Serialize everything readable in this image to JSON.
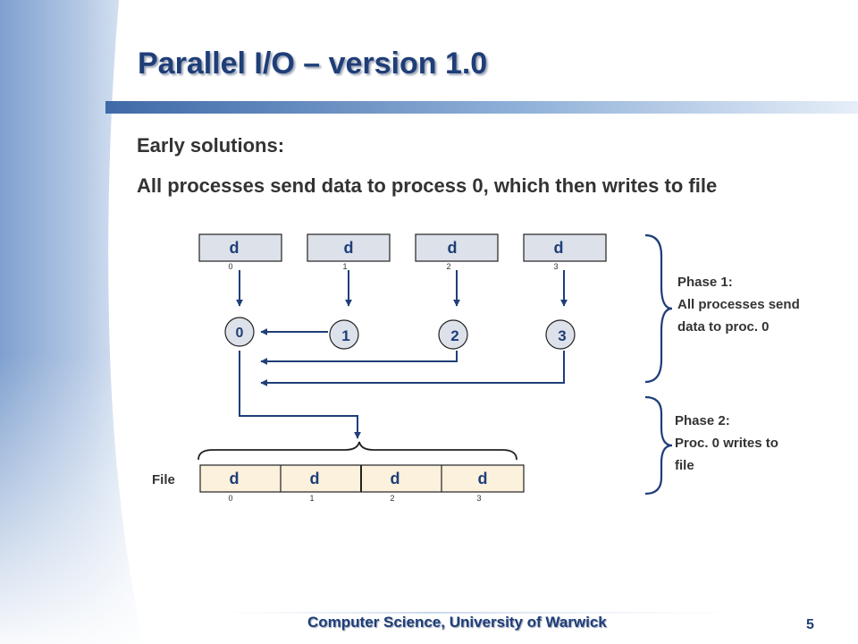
{
  "slide": {
    "title": "Parallel I/O – version 1.0",
    "line1": "Early solutions:",
    "line2": "All processes send data to process 0, which then writes to file",
    "footer": "Computer Science, University of Warwick",
    "page_number": "5"
  },
  "diagram": {
    "data_blocks": [
      {
        "label": "d",
        "subscript": "0"
      },
      {
        "label": "d",
        "subscript": "1"
      },
      {
        "label": "d",
        "subscript": "2"
      },
      {
        "label": "d",
        "subscript": "3"
      }
    ],
    "processes": [
      "0",
      "1",
      "2",
      "3"
    ],
    "file_label": "File",
    "file_blocks": [
      {
        "label": "d",
        "subscript": "0"
      },
      {
        "label": "d",
        "subscript": "1"
      },
      {
        "label": "d",
        "subscript": "2"
      },
      {
        "label": "d",
        "subscript": "3"
      }
    ],
    "phase1": {
      "title": "Phase 1:",
      "line1": "All processes send",
      "line2": "data to proc. 0"
    },
    "phase2": {
      "title": "Phase 2:",
      "line1": "Proc. 0 writes to",
      "line2": "file"
    }
  },
  "colors": {
    "title": "#1f3e78",
    "accent_bar": "#3f6aa8",
    "data_block_fill": "#dde1ea",
    "file_block_fill": "#fbf1dc",
    "process_fill": "#dde1ea"
  }
}
